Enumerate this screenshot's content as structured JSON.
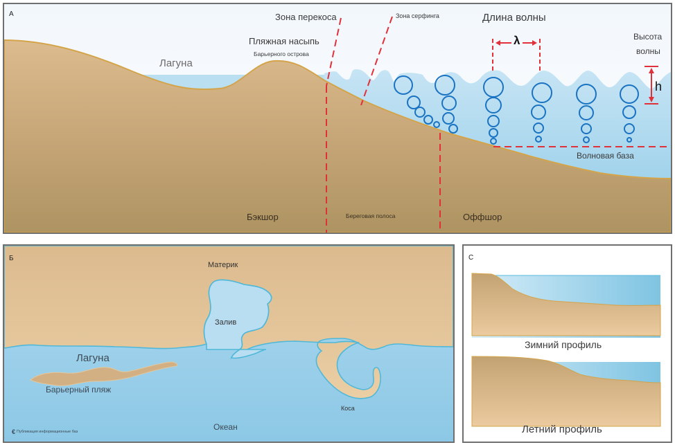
{
  "colors": {
    "sand_light": "#e9cba0",
    "sand_mid": "#d2b084",
    "sand_dark": "#ae9462",
    "sand_outline": "#d4a44a",
    "water_light": "#c3e2f3",
    "water_dark": "#8ccae6",
    "coastline": "#4fb8d8",
    "orbit_blue": "#1a73c2",
    "marker_red": "#e0303a",
    "border": "#6f6f6f"
  },
  "panel_a": {
    "corner_label": "А",
    "title": "Profile of a barrier island coast",
    "labels": {
      "lagoon": "Лагуна",
      "beach_ridge": "Пляжная насыпь",
      "beach_ridge_sub": "Барьерного острова",
      "swash_zone": "Зона перекоса",
      "surf_zone": "Зона серфинга",
      "wavelength": "Длина волны",
      "wavelength_symbol": "λ",
      "wave_height_line1": "Высота",
      "wave_height_line2": "волны",
      "wave_height_symbol": "h",
      "wave_base": "Волновая база",
      "backshore": "Бэкшор",
      "shoreline": "Береговая полоса",
      "offshore": "Оффшор"
    },
    "orbit_columns": [
      {
        "name": "breaking-surf",
        "circles": 5
      },
      {
        "name": "surf",
        "circles": 4
      },
      {
        "name": "nearshore",
        "circles": 5
      },
      {
        "name": "wave-2",
        "circles": 4
      },
      {
        "name": "wave-3",
        "circles": 4
      },
      {
        "name": "wave-4",
        "circles": 4
      }
    ]
  },
  "panel_b": {
    "corner_label": "Б",
    "labels": {
      "mainland": "Материк",
      "bay": "Залив",
      "lagoon": "Лагуна",
      "barrier_beach": "Барьерный пляж",
      "spit": "Коса",
      "ocean": "Океан"
    },
    "credit": "Публикация информационные баз"
  },
  "panel_c": {
    "corner_label": "С",
    "winter_profile": "Зимний профиль",
    "summer_profile": "Летний профиль"
  }
}
